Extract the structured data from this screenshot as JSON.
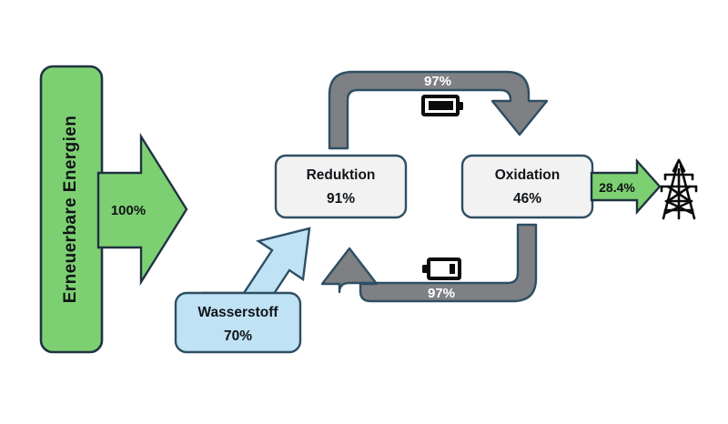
{
  "diagram": {
    "type": "energy-flow-efficiency-diagram",
    "language": "de",
    "background": "#FFFFFF",
    "colors": {
      "green_fill": "#7DD071",
      "green_stroke": "#1F3242",
      "blue_fill": "#BFE2F4",
      "blue_stroke": "#2E4E63",
      "gray_fill": "#7E8083",
      "gray_stroke": "#2E4E63",
      "box_fill": "#F2F2F2",
      "box_stroke": "#2E4E63",
      "text_dark": "#101418",
      "text_light": "#FFFFFF"
    }
  },
  "source": {
    "name": "renewable-energy-source",
    "label": "Erneuerbare Energien",
    "fill": "#7DD071"
  },
  "nodes": [
    {
      "name": "reduktion",
      "title": "Reduktion",
      "value": "91%"
    },
    {
      "name": "oxidation",
      "title": "Oxidation",
      "value": "46%"
    },
    {
      "name": "wasserstoff",
      "title": "Wasserstoff",
      "value": "70%"
    }
  ],
  "flows": [
    {
      "name": "input-flow",
      "label": "100%",
      "from": "Erneuerbare Energien",
      "to": "Reduktion",
      "color": "#7DD071",
      "direction": "right"
    },
    {
      "name": "charge-flow",
      "label": "97%",
      "from": "Reduktion",
      "to": "Oxidation",
      "color": "#7E8083",
      "direction": "top-loop",
      "icon": "battery-full-icon"
    },
    {
      "name": "discharge-flow",
      "label": "97%",
      "from": "Oxidation",
      "to": "Wasserstoff",
      "color": "#7E8083",
      "direction": "bottom-loop",
      "icon": "battery-empty-icon"
    },
    {
      "name": "hydrogen-flow",
      "label": "",
      "from": "Wasserstoff",
      "to": "Reduktion",
      "color": "#BFE2F4",
      "direction": "diagonal-up-right"
    },
    {
      "name": "output-flow",
      "label": "28.4%",
      "from": "Oxidation",
      "to": "Stromnetz",
      "color": "#7DD071",
      "direction": "right"
    }
  ],
  "icons": {
    "battery_full": "battery-full-icon",
    "battery_empty": "battery-empty-icon",
    "pylon": "power-pylon-icon"
  },
  "chart_data": {
    "type": "diagram",
    "title": "",
    "stages": [
      "Erneuerbare Energien",
      "Reduktion",
      "Oxidation",
      "Wasserstoff",
      "Stromnetz"
    ],
    "efficiencies": {
      "Erneuerbare Energien": 100,
      "Reduktion": 91,
      "Oxidation": 46,
      "Wasserstoff": 70,
      "charge_transfer": 97,
      "discharge_transfer": 97,
      "output": 28.4
    },
    "unit": "%"
  }
}
